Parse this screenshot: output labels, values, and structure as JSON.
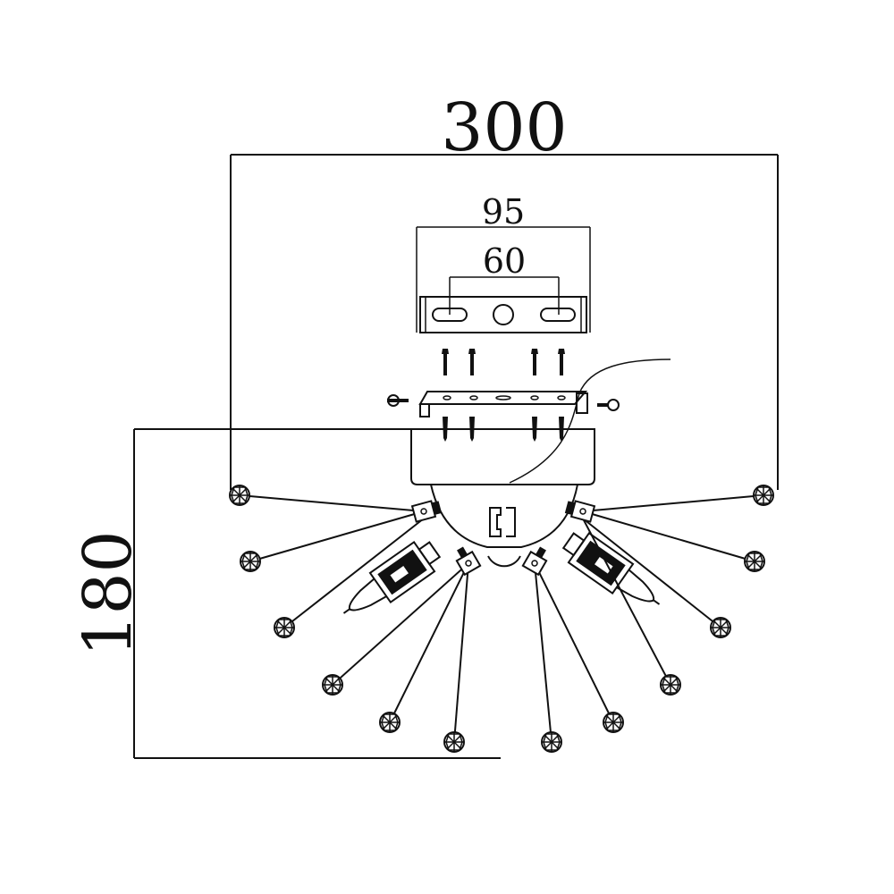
{
  "dimensions": {
    "overall_width": "300",
    "bracket_width": "95",
    "hole_spacing": "60",
    "overall_height": "180"
  },
  "colors": {
    "line": "#111111",
    "background": "#ffffff"
  },
  "crystal_icon": "faceted-crystal-bead"
}
